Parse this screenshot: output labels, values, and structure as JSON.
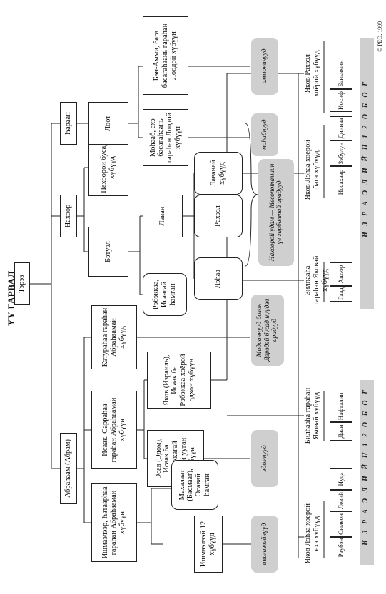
{
  "title": "ҮҮ ГАРВАЛ",
  "copyright": "© PEO, 1999",
  "nodes": {
    "terah": "Тэрээ",
    "abraham": "Абраһаам (Абрам)",
    "nahor": "Нахоор",
    "haran": "Һараан",
    "ishmael_sons": "Ишмаэлээр, Һатаарһаа гараһан Абраһаамай хүбүүн",
    "isaac_son": "Исаак, Сарраһаа гараһан Абраһаамай хүбүүн",
    "keturah_sons": "Кэтураһаа гараһан Абраһаамай хүбүүд",
    "bethuel": "Бэтуэл",
    "nahor_others": "Нахоорой бусад хүбүүд",
    "lot": "Лоот",
    "esau": "Эсав (Эдом), Исаак ба Рэбэккагай хоёрой ууган хүбүүн",
    "jacob": "Яков (Израиль), Исаак ба Рэбэккаа хоёрой одхон хүбүүн",
    "ishmael_12": "Ишмаэлээй 12 хүбүүд",
    "mahalath": "Махалаат (Басмаат), Эсавай һамган",
    "rebekah": "Рэбэккаа, Исаагай һамган",
    "laban": "Лаван",
    "leah": "Лэһаа",
    "rachel": "Рахээл",
    "laban_sons": "Лаванай хүбүүд",
    "moab": "Моһааб, ехэ басагаһаань гараһан Лоодой хүбүүн",
    "ammon": "Бэн-Амми, бага басагаһаань гараһан Лоодой хүбүүн"
  },
  "pills": {
    "ishmaelites": "ишмаэлэйнүүд",
    "edomites": "эдомнууд",
    "midianites": "Мидианнууд болон Дэрэдэй бусад нүүдэл арадууд",
    "nahorite": "Нахоорой удам — Месопотамиин үе гарбалтай арадууд",
    "moabites": "моһабнууд",
    "ammonites": "аммонинууд"
  },
  "groups": {
    "leah_elder": "Яков Лэһаа хоёрой ехэ хүбүүд",
    "bilhah": "Билһааһа гараһан Яковай хүбүүд",
    "zilpah": "Зилпааһа гараһан Яковай хүбүүд",
    "leah_younger": "Яков Лэһаа хоёрой бага хүбүүд",
    "rachel_sons": "Яков Рахээл хоёрой хүбүүд"
  },
  "tribes": {
    "reuben": "Рэубэн",
    "simeon": "Симеон",
    "levi": "Левий",
    "judah": "Иуда",
    "dan": "Даан",
    "naphtali": "Нафталии",
    "gad": "Гаад",
    "asher": "Ашээр",
    "issachar": "Иссахаар",
    "zebulun": "Зэбулун",
    "dinah": "Диинаа",
    "joseph": "Иосиф",
    "benjamin": "Бэньямин"
  },
  "bands": {
    "tribes_a": "И З Р А Э Л И Й Н   1 2   О Б О Г",
    "tribes_b": "И З Р А Э Л И Й Н   1 2   О Б О Г"
  }
}
